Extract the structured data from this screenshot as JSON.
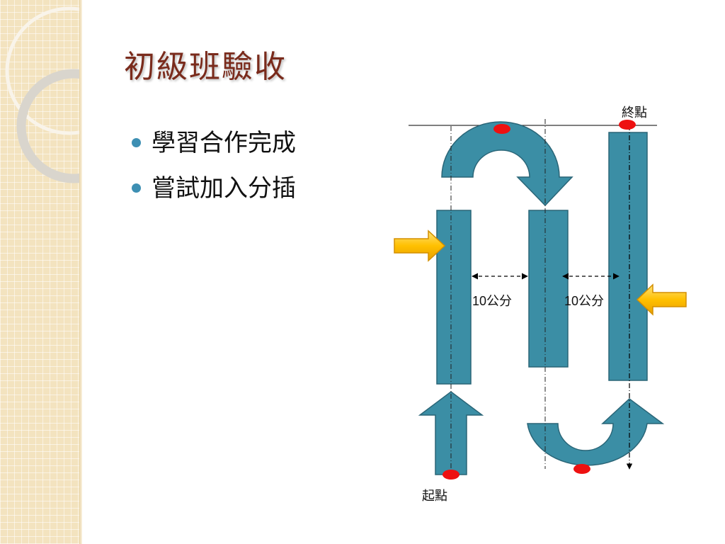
{
  "slide": {
    "title": "初級班驗收",
    "bullets": [
      "學習合作完成",
      "嘗試加入分插"
    ]
  },
  "diagram": {
    "end_label": "終點",
    "start_label": "起點",
    "gap_label_left": "10公分",
    "gap_label_right": "10公分"
  },
  "colors": {
    "title": "#7a2b1c",
    "bar_fill": "#3b8ea5",
    "bar_stroke": "#2a6577",
    "marker_red": "#ee1111",
    "yellow_arrow": "#ffc000",
    "bullet_dot": "#3d8fb3"
  }
}
